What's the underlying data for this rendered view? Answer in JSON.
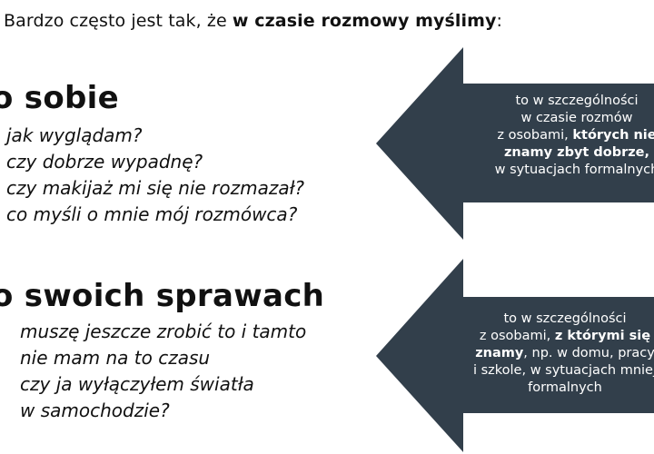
{
  "colors": {
    "arrow_fill": "#323f4b",
    "text": "#111111",
    "arrow_text": "#ffffff"
  },
  "intro": {
    "prefix": "Bardzo często jest tak, że ",
    "bold": "w czasie rozmowy myślimy",
    "suffix": ":"
  },
  "section_self": {
    "heading": "o sobie",
    "questions": [
      "jak wyglądam?",
      "czy dobrze wypadnę?",
      "czy makijaż mi się nie rozmazał?",
      "co myśli o mnie mój rozmówca?"
    ]
  },
  "section_affairs": {
    "heading": "o swoich sprawach",
    "questions": [
      "muszę jeszcze zrobić to i tamto",
      "nie mam na to czasu",
      "czy ja wyłączyłem światła",
      "w samochodzie?"
    ]
  },
  "arrow_top": {
    "line1": "to w szczególności",
    "line2": "w czasie rozmów",
    "line3_prefix": "z osobami, ",
    "line3_bold": "których nie",
    "line4_bold": "znamy zbyt dobrze,",
    "line5": "w sytuacjach formalnych"
  },
  "arrow_bottom": {
    "line1": "to w szczególności",
    "line2_prefix": "z osobami, ",
    "line2_bold": "z którymi się",
    "line3_bold": "znamy",
    "line3_suffix": ", np. w domu, pracy",
    "line4": "i szkole, w sytuacjach mniej",
    "line5": "formalnych"
  }
}
